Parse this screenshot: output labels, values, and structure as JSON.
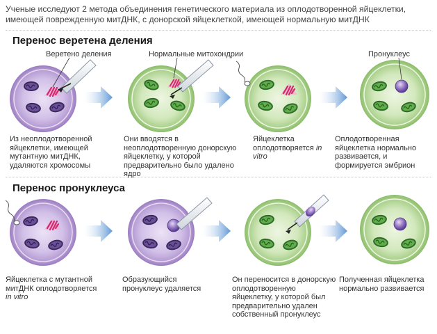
{
  "intro": "Ученые исследуют 2 метода объединения генетического материала из оплодотворенной яйцеклетки, имеющей поврежденную митДНК, с донорской яйцеклеткой, имеющей нормальную митДНК",
  "section1": {
    "title": "Перенос веретена деления",
    "labels": [
      "Веретено деления",
      "Нормальные митохондрии",
      "Пронуклеус"
    ],
    "captions": [
      "Из неоплодотворенной яйцеклетки, имеющей мутантную митДНК, удаляются хромосомы",
      "Они вводятся в неоплодотворенную донорскую яйцеклетку, у которой предварительно было удалено ядро",
      "Яйцеклетка оплодотворяется",
      "Оплодотворенная яйцеклетка нормально развивается, и формируется эмбрион"
    ],
    "caption3_italic": "in vitro"
  },
  "section2": {
    "title": "Перенос пронуклеуса",
    "captions": [
      "Яйцеклетка с мутантной митДНК оплодотворяется",
      "Образующийся пронуклеус удаляется",
      "Он переносится в донорскую оплодотворенную яйцеклетку, у которой был предварительно удален собственный пронуклеус",
      "Полученная яйцеклетка нормально развивается"
    ],
    "caption1_italic": "in vitro"
  },
  "colors": {
    "mutant_cell": "#b49ad2",
    "normal_cell": "#a8cf8a",
    "spindle": "#e0338a",
    "pronucleus": "#7d5fb4",
    "arrow": "#6aa0d8"
  }
}
